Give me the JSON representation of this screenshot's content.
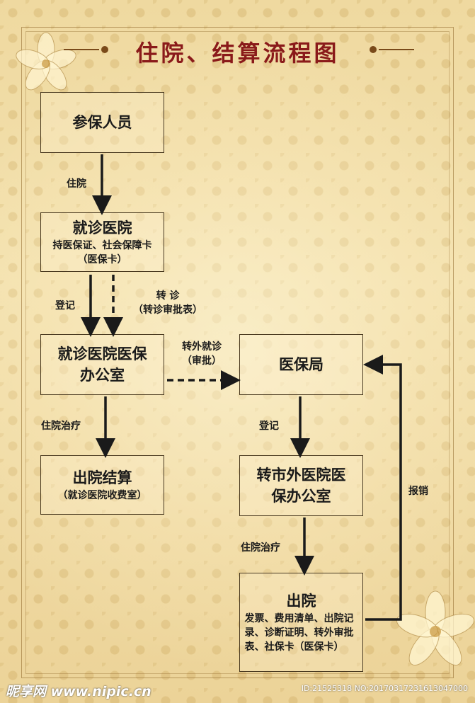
{
  "title": "住院、结算流程图",
  "nodes": {
    "insured": "参保人员",
    "hospital_title": "就诊医院",
    "hospital_sub": "持医保证、社会保障卡（医保卡）",
    "office_title": "就诊医院医保办公室",
    "discharge_title": "出院结算",
    "discharge_sub": "（就诊医院收费室）",
    "bureau": "医保局",
    "transfer_office": "转市外医院医保办公室",
    "leave_title": "出院",
    "leave_sub": "发票、费用清单、出院记录、诊断证明、转外审批表、社保卡（医保卡）"
  },
  "edges": {
    "admit": "住院",
    "register1": "登记",
    "transfer": "转  诊",
    "transfer_sub": "（转诊审批表）",
    "outside": "转外就诊",
    "outside_sub": "（审批）",
    "treatment1": "住院治疗",
    "register2": "登记",
    "treatment2": "住院治疗",
    "reimburse": "报销"
  },
  "watermark": {
    "logo": "昵享网 www.nipic.cn",
    "id": "ID:21525318 NO:20170317231613047000"
  }
}
